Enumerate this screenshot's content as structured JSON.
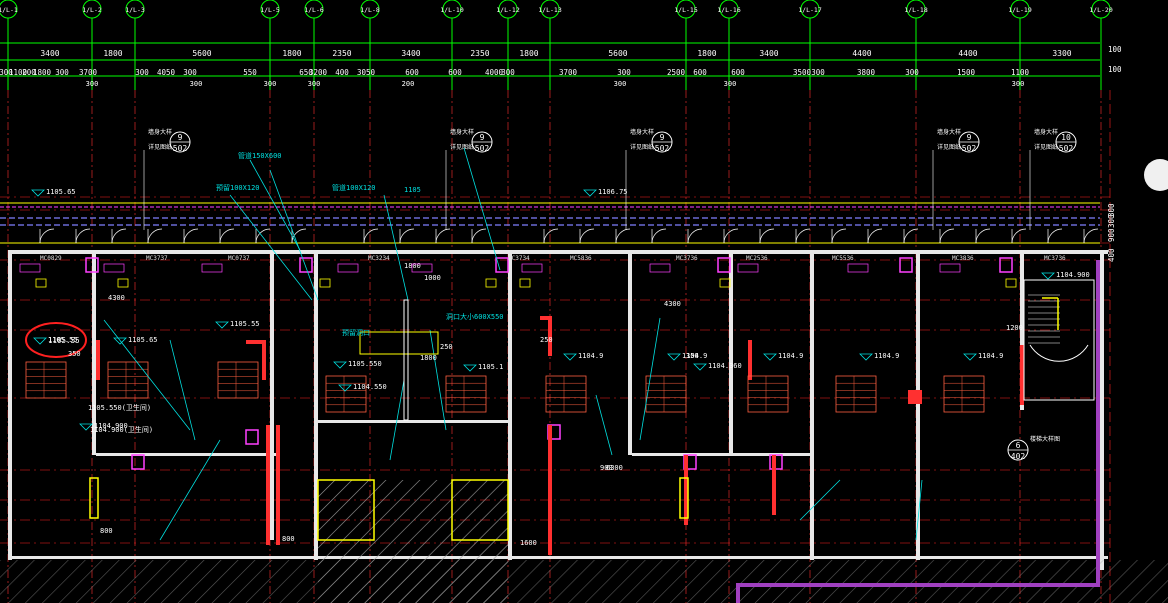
{
  "axes": [
    "1/L-1",
    "1/L-2",
    "1/L-3",
    "1/L-5",
    "1/L-6",
    "1/L-8",
    "1/L-10",
    "1/L-12",
    "1/L-13",
    "1/L-15",
    "1/L-16",
    "1/L-17",
    "1/L-18",
    "1/L-19",
    "1/L-20"
  ],
  "dim_top": [
    "3400",
    "1800",
    "5600",
    "1800",
    "2350",
    "3400",
    "2350",
    "1800",
    "5600",
    "1800",
    "3400",
    "4400",
    "4400",
    "3300"
  ],
  "dim_mid": [
    "300",
    "1100",
    "200",
    "1800",
    "300",
    "3700",
    "300",
    "4050",
    "300",
    "550",
    "650",
    "3200",
    "400",
    "3050",
    "600",
    "600",
    "4000",
    "300",
    "3700",
    "300",
    "2500",
    "600",
    "600",
    "3500",
    "300",
    "3800",
    "300",
    "1500",
    "1100"
  ],
  "dim_sub": [
    "300",
    "300",
    "300",
    "200",
    "300",
    "300",
    "300",
    "300"
  ],
  "right_dims": [
    "100",
    "100",
    "300",
    "900",
    "400",
    "300"
  ],
  "callouts": [
    {
      "top": "9",
      "bottom": "502",
      "label": "墙身大样",
      "sub": "详见图纸"
    },
    {
      "top": "9",
      "bottom": "502",
      "label": "墙身大样",
      "sub": "详见图纸"
    },
    {
      "top": "9",
      "bottom": "502",
      "label": "墙身大样",
      "sub": "详见图纸"
    },
    {
      "top": "9",
      "bottom": "502",
      "label": "墙身大样",
      "sub": "详见图纸"
    },
    {
      "top": "10",
      "bottom": "502",
      "label": "墙身大样",
      "sub": "详见图纸"
    }
  ],
  "callout_side": {
    "top": "6",
    "bottom": "402",
    "label": "楼梯大样图"
  },
  "elevations": [
    "1105.65",
    "1106.75",
    "1105.65",
    "1105.55",
    "1105.55",
    "1104.9",
    "1104.9",
    "1104.9",
    "1104.9",
    "1104.9",
    "1104.900",
    "1105.1",
    "1105.550",
    "1104.900",
    "1104.360",
    "1104.550"
  ],
  "circled_label": "1105.55",
  "notes": [
    "洞口大小600X550",
    "预留100X120",
    "管道150X600",
    "管道100X120",
    "预留洞口",
    "1105",
    "1104.900(卫生间)",
    "1105.550(卫生间)",
    "4300",
    "4300",
    "350",
    "350",
    "250",
    "250",
    "1800",
    "1800",
    "800",
    "800",
    "6300",
    "1600",
    "1200",
    "1000",
    "900"
  ],
  "room_tags": [
    "MC0829",
    "MC3737",
    "MC0737",
    "MC3234",
    "MC3734",
    "MC5836",
    "MC3736",
    "MC2536",
    "MC5536",
    "MC3836",
    "MC3736"
  ]
}
